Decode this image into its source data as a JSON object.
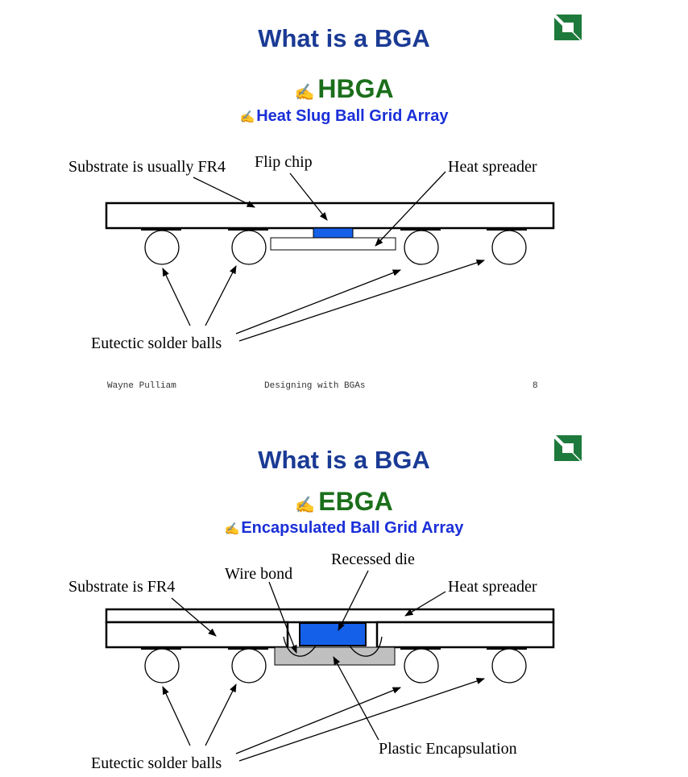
{
  "colors": {
    "title": "#1a3a94",
    "heading": "#1b6f1b",
    "subheading": "#1a2fd8",
    "chip": "#1560e8",
    "encapsulation": "#c0c0c0",
    "logo": "#1e7a3c"
  },
  "slides": [
    {
      "title": "What is a BGA",
      "heading_icon": "writing-hand-icon",
      "heading": "HBGA",
      "subheading": "Heat Slug Ball Grid Array",
      "labels": {
        "substrate": "Substrate is usually FR4",
        "flip_chip": "Flip chip",
        "heat_spreader": "Heat spreader",
        "solder_balls": "Eutectic solder balls"
      },
      "footer": {
        "author": "Wayne Pulliam",
        "title": "Designing with BGAs",
        "page": "8"
      }
    },
    {
      "title": "What is a BGA",
      "heading_icon": "writing-hand-icon",
      "heading": "EBGA",
      "subheading": "Encapsulated Ball Grid Array",
      "labels": {
        "recessed_die": "Recessed die",
        "wire_bond": "Wire bond",
        "substrate": "Substrate is FR4",
        "heat_spreader": "Heat spreader",
        "solder_balls": "Eutectic solder balls",
        "encapsulation": "Plastic Encapsulation"
      }
    }
  ]
}
